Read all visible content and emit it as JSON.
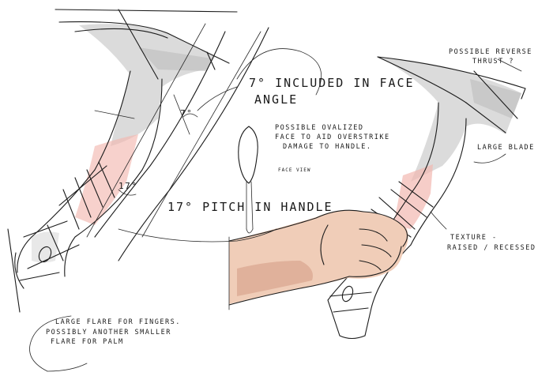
{
  "annotations": {
    "included_angle": "7° included in face",
    "included_angle_2": "angle",
    "oval_face": "Possible ovalized",
    "oval_face_2": "face to aid overstrike",
    "oval_face_3": "damage to handle.",
    "face_view": "face view",
    "pitch": "17° pitch in handle",
    "reverse_thrust": "Possible reverse",
    "reverse_thrust_2": "thrust ?",
    "large_blade": "Large blade",
    "texture": "Texture -",
    "texture_2": "raised / recessed",
    "flare_fingers": "Large flare for fingers.",
    "flare_palm": "Possibly another smaller",
    "flare_palm_2": "flare for palm",
    "angle_7": "7°",
    "angle_17": "17°"
  },
  "colors": {
    "ink": "#1b1b1b",
    "blade_grey": "#c8c8c8",
    "handle_pink": "#f2b8b0",
    "skin": "#f0cdb8",
    "skin_shadow": "#d9a58e"
  }
}
